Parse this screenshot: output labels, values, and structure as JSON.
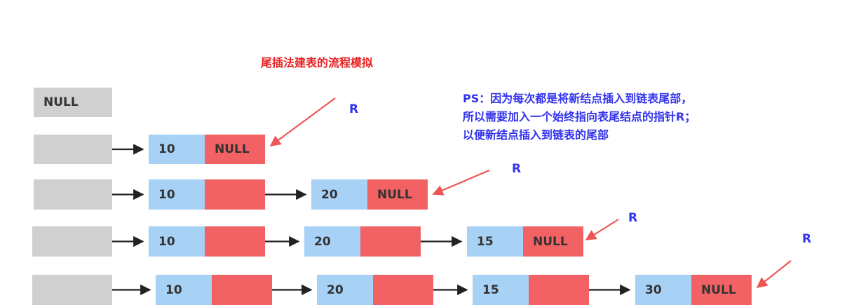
{
  "title": "尾插法建表的流程模拟",
  "note": {
    "lines": [
      "PS：因为每次都是将新结点插入到链表尾部，",
      "所以需要加入一个始终指向表尾结点的指针R；",
      "以便新结点插入到链表的尾部"
    ]
  },
  "null_label": "NULL",
  "pointer_label": "R",
  "colors": {
    "head": "#d0d0d0",
    "data_cell": "#a7d2f6",
    "next_cell": "#f26264",
    "link_arrow": "#222222",
    "pointer_arrow": "#ee5555",
    "title_text": "#e82020",
    "note_text": "#3333ee"
  },
  "steps": [
    {
      "values": []
    },
    {
      "values": [
        "10"
      ]
    },
    {
      "values": [
        "10",
        "20"
      ]
    },
    {
      "values": [
        "10",
        "20",
        "15"
      ]
    },
    {
      "values": [
        "10",
        "20",
        "15",
        "30"
      ]
    }
  ]
}
